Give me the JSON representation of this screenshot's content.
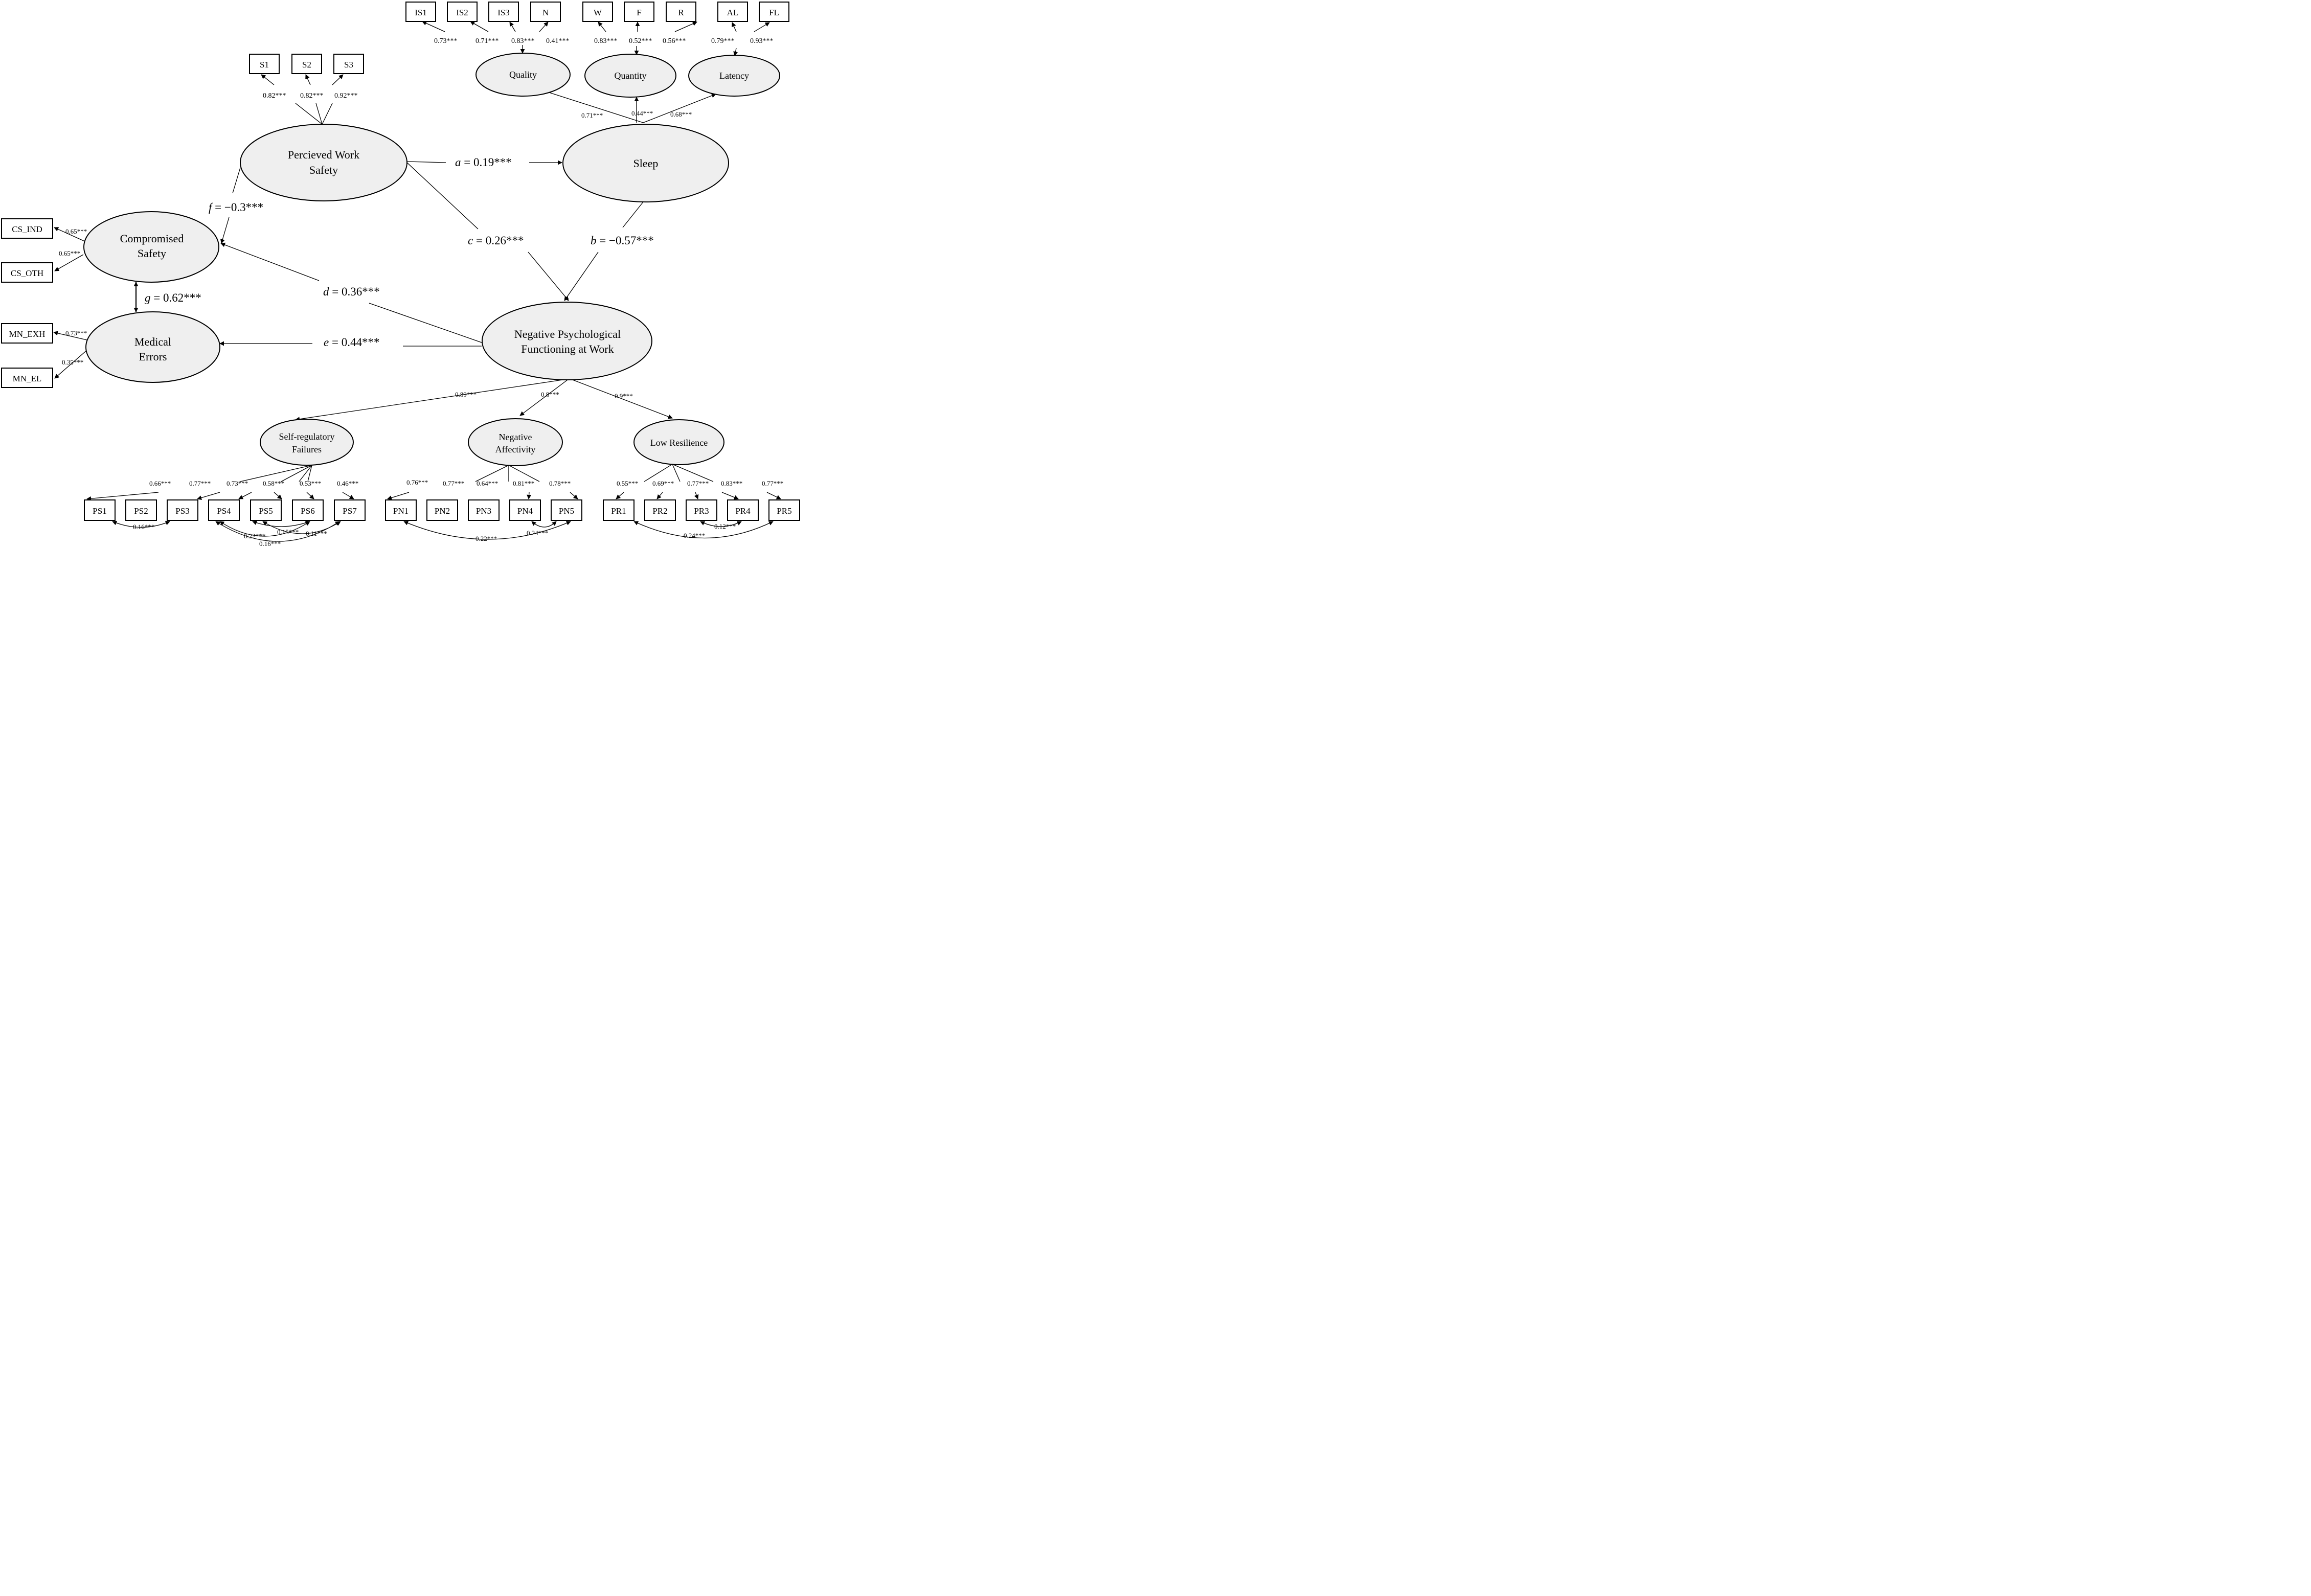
{
  "indicators": {
    "IS1": "IS1",
    "IS2": "IS2",
    "IS3": "IS3",
    "N": "N",
    "W": "W",
    "F": "F",
    "R": "R",
    "AL": "AL",
    "FL": "FL",
    "S1": "S1",
    "S2": "S2",
    "S3": "S3",
    "CS_IND": "CS_IND",
    "CS_OTH": "CS_OTH",
    "MN_EXH": "MN_EXH",
    "MN_EL": "MN_EL",
    "PS1": "PS1",
    "PS2": "PS2",
    "PS3": "PS3",
    "PS4": "PS4",
    "PS5": "PS5",
    "PS6": "PS6",
    "PS7": "PS7",
    "PN1": "PN1",
    "PN2": "PN2",
    "PN3": "PN3",
    "PN4": "PN4",
    "PN5": "PN5",
    "PR1": "PR1",
    "PR2": "PR2",
    "PR3": "PR3",
    "PR4": "PR4",
    "PR5": "PR5"
  },
  "latents": {
    "quality": "Quality",
    "quantity": "Quantity",
    "latency": "Latency",
    "pws_1": "Percieved Work",
    "pws_2": "Safety",
    "sleep": "Sleep",
    "cs_1": "Compromised",
    "cs_2": "Safety",
    "me_1": "Medical",
    "me_2": "Errors",
    "npf_1": "Negative Psychological",
    "npf_2": "Functioning at Work",
    "srf_1": "Self-regulatory",
    "srf_2": "Failures",
    "na_1": "Negative",
    "na_2": "Affectivity",
    "lr": "Low Resilience"
  },
  "paths": {
    "a": {
      "var": "a",
      "val": " = 0.19***"
    },
    "b": {
      "var": "b",
      "val": " = −0.57***"
    },
    "c": {
      "var": "c",
      "val": " = 0.26***"
    },
    "d": {
      "var": "d",
      "val": " = 0.36***"
    },
    "e": {
      "var": "e",
      "val": " = 0.44***"
    },
    "f": {
      "var": "f",
      "val": " = −0.3***"
    },
    "g": {
      "var": "g",
      "val": " = 0.62***"
    }
  },
  "loadings": {
    "IS1": "0.73***",
    "IS2": "0.71***",
    "IS3": "0.83***",
    "N": "0.41***",
    "W": "0.83***",
    "F": "0.52***",
    "R": "0.56***",
    "AL": "0.79***",
    "FL": "0.93***",
    "quality": "0.71***",
    "quantity": "0.44***",
    "latency": "0.68***",
    "S1": "0.82***",
    "S2": "0.82***",
    "S3": "0.92***",
    "CS_IND": "0.65***",
    "CS_OTH": "0.65***",
    "MN_EXH": "0.73***",
    "MN_EL": "0.35***",
    "srf": "0.89***",
    "na": "0.8***",
    "lr": "0.9***",
    "PS1": "0.66***",
    "PS2": "0.77***",
    "PS3": "0.73***",
    "PS4": "0.58***",
    "PS5": "0.53***",
    "PS6": "0.46***",
    "PN1": "0.76***",
    "PN2": "0.77***",
    "PN3": "0.64***",
    "PN4": "0.81***",
    "PN5": "0.78***",
    "PR1": "0.55***",
    "PR2": "0.69***",
    "PR3": "0.77***",
    "PR4": "0.83***",
    "PR5": "0.77***"
  },
  "covariances": {
    "ps2_ps3": "0.16***",
    "ps4_ps6": "0.22***",
    "ps5_ps6": "0.15***",
    "ps5_ps7": "0.11***",
    "ps4_ps7": "0.16***",
    "pn1_pn5": "0.22***",
    "pn4_pn5": "0.24***",
    "pr1_pr5": "0.24***",
    "pr3_pr4": "0.12***"
  }
}
